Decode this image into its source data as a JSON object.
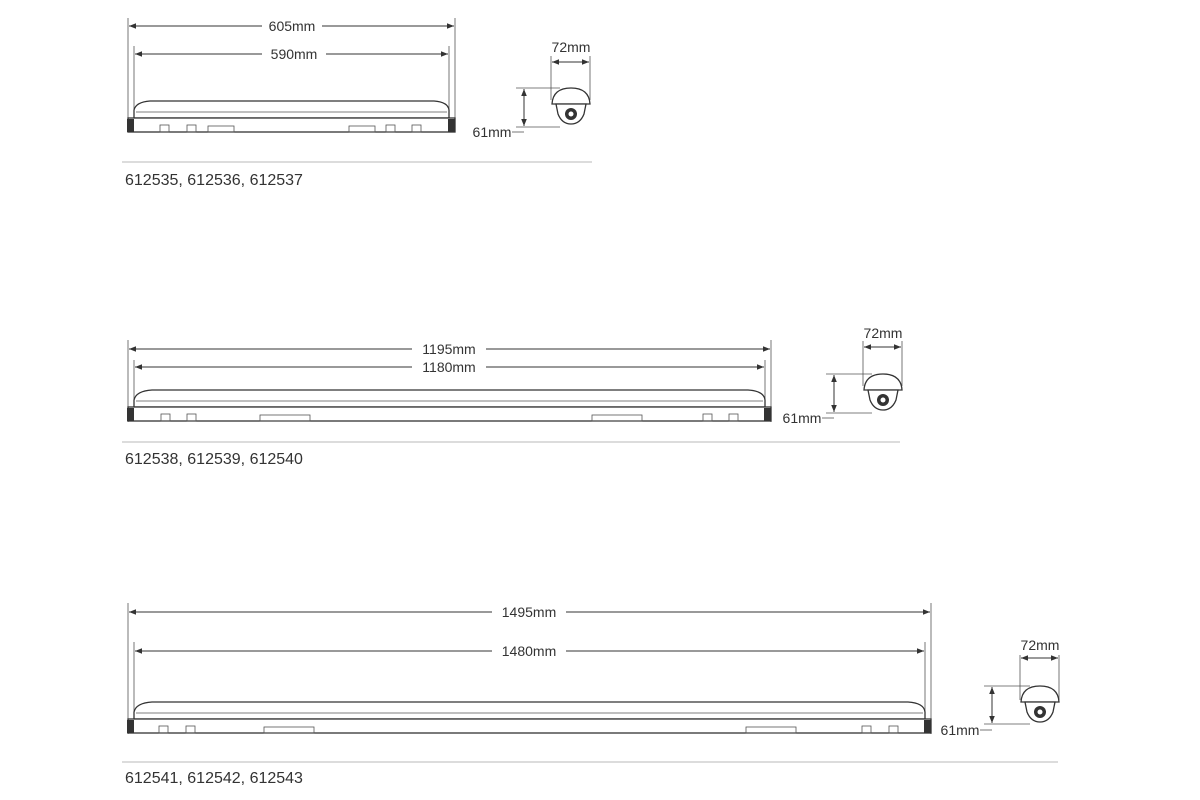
{
  "variants": [
    {
      "codes": "612535, 612536, 612537",
      "overall_length": "605mm",
      "body_length": "590mm",
      "profile_width": "72mm",
      "profile_height": "61mm"
    },
    {
      "codes": "612538, 612539, 612540",
      "overall_length": "1195mm",
      "body_length": "1180mm",
      "profile_width": "72mm",
      "profile_height": "61mm"
    },
    {
      "codes": "612541, 612542, 612543",
      "overall_length": "1495mm",
      "body_length": "1480mm",
      "profile_width": "72mm",
      "profile_height": "61mm"
    }
  ],
  "colors": {
    "line": "#333333",
    "separator": "#b8b8b8"
  }
}
